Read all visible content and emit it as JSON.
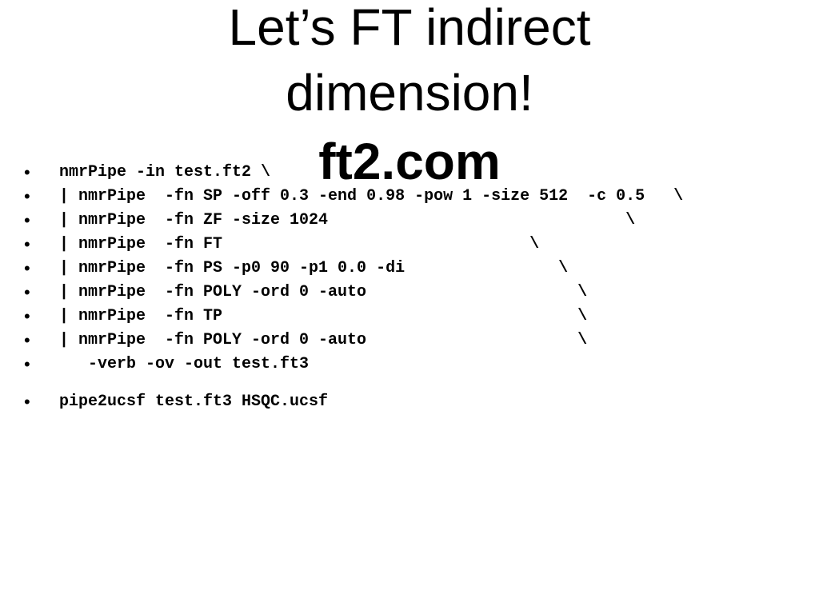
{
  "slide": {
    "title": {
      "line1": "Let’s FT indirect",
      "line2": "dimension!",
      "line3": "ft2.com"
    },
    "bullets": [
      "nmrPipe -in test.ft2 \\",
      "| nmrPipe  -fn SP -off 0.3 -end 0.98 -pow 1 -size 512  -c 0.5   \\",
      "| nmrPipe  -fn ZF -size 1024                               \\",
      "| nmrPipe  -fn FT                                \\",
      "| nmrPipe  -fn PS -p0 90 -p1 0.0 -di                \\",
      "| nmrPipe  -fn POLY -ord 0 -auto                      \\",
      "| nmrPipe  -fn TP                                     \\",
      "| nmrPipe  -fn POLY -ord 0 -auto                      \\",
      "   -verb -ov -out test.ft3",
      "pipe2ucsf test.ft3 HSQC.ucsf"
    ]
  }
}
